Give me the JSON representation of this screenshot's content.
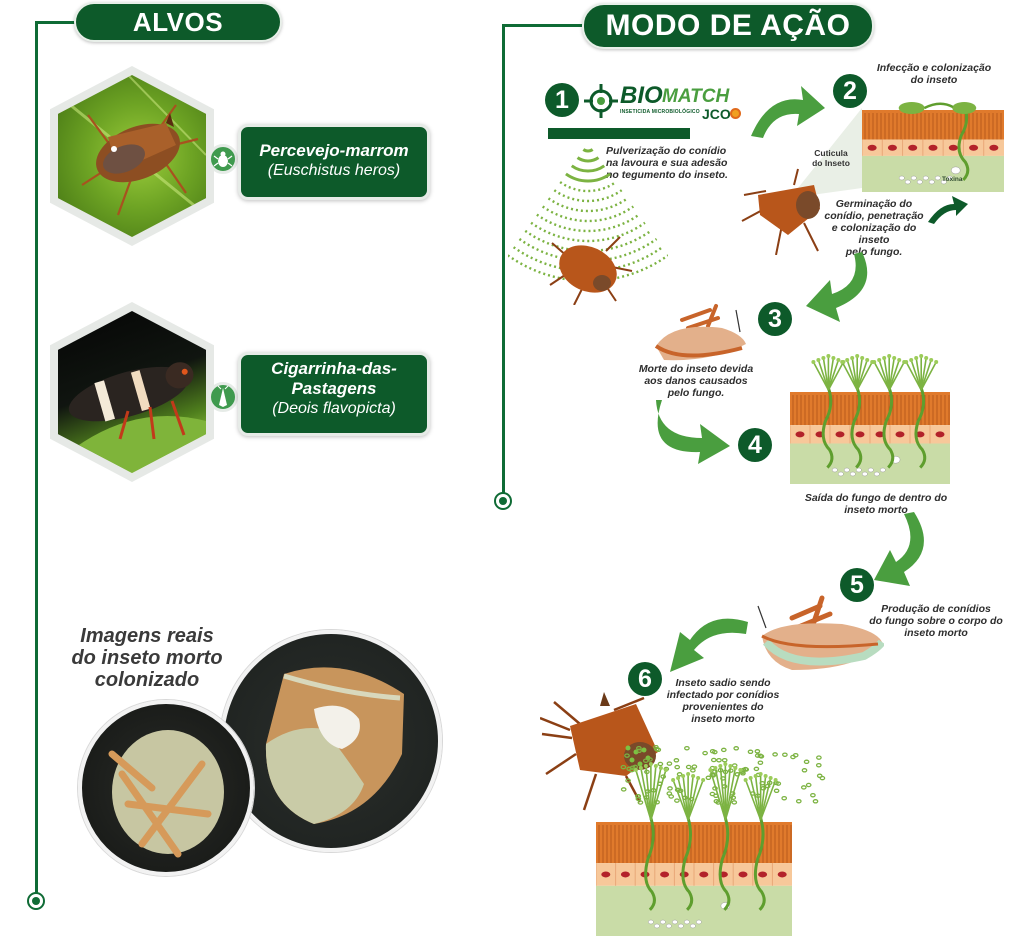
{
  "sections": {
    "targets": {
      "title": "ALVOS",
      "items": [
        {
          "common_name": "Percevejo-marrom",
          "scientific_name": "(Euschistus heros)",
          "icon": "stink-bug-icon"
        },
        {
          "common_name": "Cigarrinha-das-Pastagens",
          "common_name_lines": [
            "Cigarrinha-das-",
            "Pastagens"
          ],
          "scientific_name": "(Deois flavopicta)",
          "icon": "leafhopper-icon"
        }
      ],
      "real_images_caption": "Imagens reais do inseto morto colonizado",
      "real_images_caption_lines": [
        "Imagens reais",
        "do inseto morto",
        "colonizado"
      ]
    },
    "mode_of_action": {
      "title": "MODO DE AÇÃO",
      "brand": {
        "name_prefix": "BIO",
        "name_suffix": "MATCH",
        "tagline": "INSETICIDA MICROBIOLÓGICO",
        "maker": "JCO"
      },
      "steps": [
        {
          "number": "1",
          "text": "Pulverização do conídio na lavoura e sua adesão no tegumento do inseto.",
          "lines": [
            "Pulverização do conídio",
            "na lavoura e sua adesão",
            "no tegumento do inseto."
          ]
        },
        {
          "number": "2",
          "title": "Infecção e colonização do inseto",
          "title_lines": [
            "Infecção e colonização",
            "do inseto"
          ],
          "text": "Germinação do conídio, penetração e colonização do inseto pelo fungo.",
          "lines": [
            "Germinação do",
            "conídio, penetração",
            "e colonização do inseto",
            "pelo fungo."
          ],
          "labels": {
            "cuticle": "Cutícula do inseto",
            "cuticle_lines": [
              "Cuticula",
              "do Inseto"
            ],
            "toxin": "Toxina"
          }
        },
        {
          "number": "3",
          "text": "Morte do inseto devida aos danos causados pelo fungo.",
          "lines": [
            "Morte do inseto devida",
            "aos danos causados",
            "pelo fungo."
          ]
        },
        {
          "number": "4",
          "text": "Saída do fungo de dentro do inseto morto",
          "lines": [
            "Saída do fungo de dentro do",
            "inseto morto"
          ]
        },
        {
          "number": "5",
          "text": "Produção de conídios do fungo sobre o corpo do inseto morto",
          "lines": [
            "Produção de conídios",
            "do fungo sobre o corpo do",
            "inseto morto"
          ]
        },
        {
          "number": "6",
          "text": "Inseto sadio sendo infectado por conídios provenientes do inseto morto",
          "lines": [
            "Inseto sadio sendo",
            "infectado por conídios",
            "provenientes do",
            "inseto morto"
          ]
        }
      ]
    }
  },
  "colors": {
    "brand_green": "#0d5a2a",
    "line_green": "#0f6b35",
    "arrow_green": "#4a9e3f",
    "insect_brown": "#b8561b",
    "tissue_orange": "#e07a2c",
    "tissue_green": "#c9dca7",
    "cell_peach": "#f7c89a",
    "nucleus_red": "#b3222a"
  }
}
